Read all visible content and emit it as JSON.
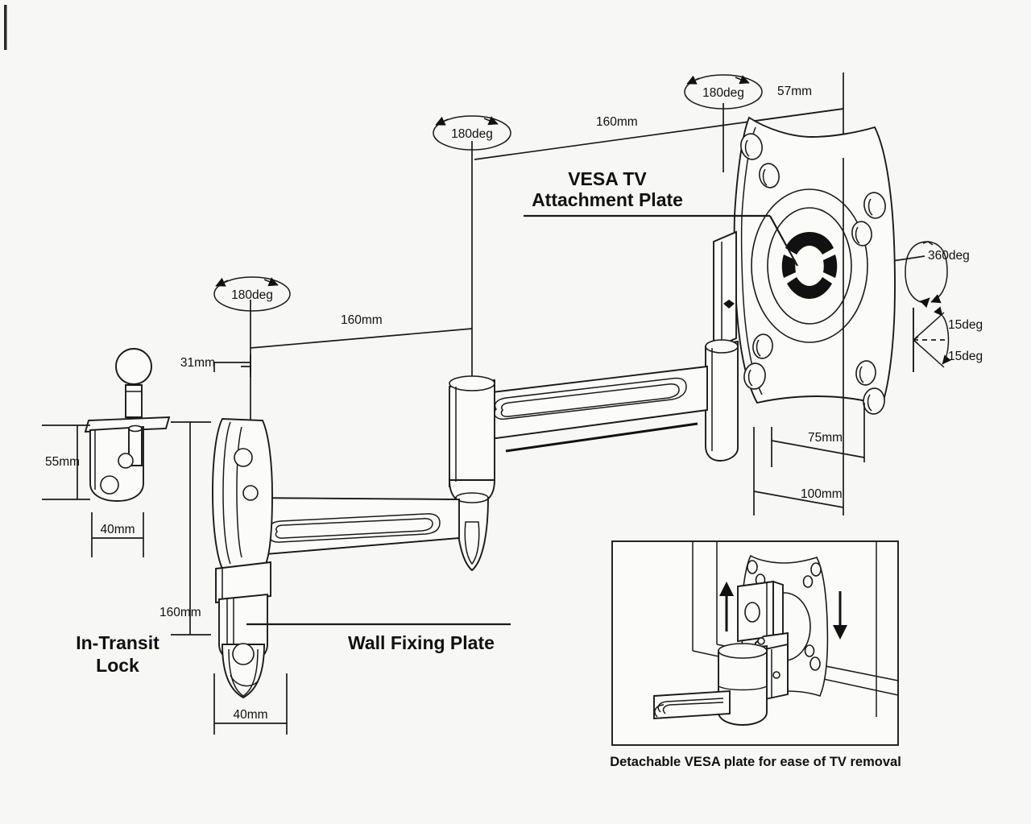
{
  "diagram": {
    "title": "TV wall mount bracket technical dimension diagram",
    "background_color": "#f7f7f6",
    "line_color": "#1a1a1a",
    "labels": {
      "vesa_plate_line1": "VESA TV",
      "vesa_plate_line2": "Attachment Plate",
      "wall_fixing_plate": "Wall Fixing Plate",
      "in_transit_lock_line1": "In-Transit",
      "in_transit_lock_line2": "Lock",
      "inset_caption": "Detachable VESA plate for ease of TV removal"
    },
    "dimensions": {
      "arm1_length": "160mm",
      "arm2_length": "160mm",
      "plate_offset": "57mm",
      "wall_plate_depth": "31mm",
      "lock_height": "55mm",
      "lock_width": "40mm",
      "wall_plate_height": "160mm",
      "wall_plate_width": "40mm",
      "vesa_v": "75mm",
      "vesa_h": "100mm"
    },
    "rotations": {
      "joint_wall": "180deg",
      "joint_elbow": "180deg",
      "joint_plate": "180deg",
      "swivel": "360deg",
      "tilt_up": "15deg",
      "tilt_down": "15deg"
    },
    "icons": {
      "rotation_ellipse": "rotation-arrow-icon",
      "tilt_fan": "tilt-angle-icon",
      "arrow_up": "arrow-up-icon",
      "arrow_down": "arrow-down-icon"
    }
  }
}
